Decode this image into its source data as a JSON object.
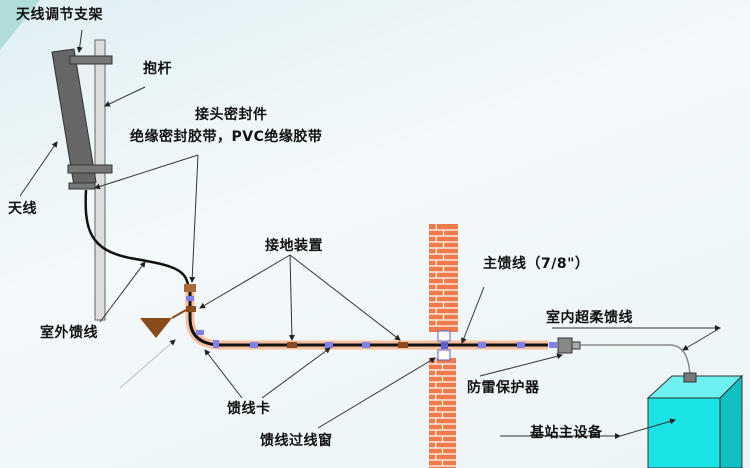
{
  "labels": {
    "antenna_bracket": "天线调节支架",
    "pole": "抱杆",
    "joint_seal": "接头密封件",
    "seal_tape": "绝缘密封胶带，PVC绝缘胶带",
    "antenna": "天线",
    "grounding": "接地装置",
    "main_feeder": "主馈线（7/8\"）",
    "outdoor_feeder": "室外馈线",
    "indoor_jumper": "室内超柔馈线",
    "lightning_protector": "防雷保护器",
    "feeder_clamp": "馈线卡",
    "feeder_window": "馈线过线窗",
    "bts": "基站主设备"
  },
  "colors": {
    "brick": "#f07a4a",
    "clamp": "#8080ee",
    "ground": "#8a4a1a",
    "bts": "#19e3e3"
  }
}
